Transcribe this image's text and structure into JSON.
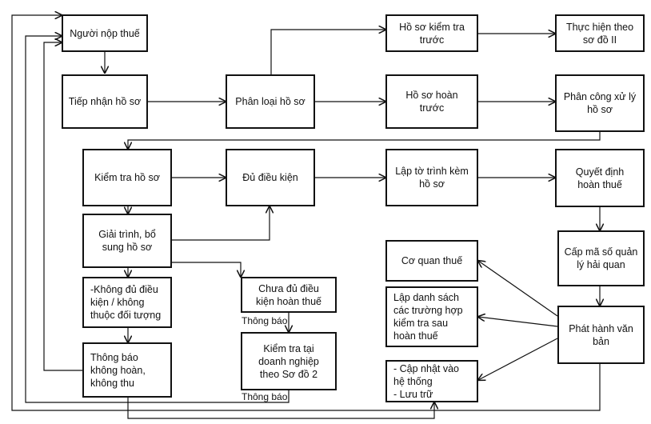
{
  "nodes": {
    "n1": "Người nộp thuế",
    "n2": "Tiếp nhận hồ sơ",
    "n3": "Phân loại hồ sơ",
    "n4": "Hồ sơ kiểm tra\ntrước",
    "n5": "Thực hiện theo\nsơ đồ II",
    "n6": "Hồ sơ hoàn\ntrước",
    "n7": "Phân công xử lý\nhồ sơ",
    "n8": "Kiểm tra hồ sơ",
    "n9": "Đủ điều kiện",
    "n10": "Lập tờ trình kèm\nhồ sơ",
    "n11": "Quyết định\nhoàn thuế",
    "n12": "Giải trình, bổ\nsung hồ sơ",
    "n13": "Cấp mã số quản\nlý hải quan",
    "n14": "Cơ quan thuế",
    "n15": "-Không đủ điều\nkiện / không\nthuộc đối tượng",
    "n16": "Chưa đủ điều\nkiện hoàn thuế",
    "n17": "Lập danh sách\ncác trường hợp\nkiểm tra sau\nhoàn thuế",
    "n18": "Phát hành văn\nbản",
    "n19": "Thông báo\nkhông hoàn,\nkhông thu",
    "n20": "Kiểm tra tại\ndoanh nghiệp\ntheo Sơ đồ 2",
    "n21": "- Cập nhật vào\nhệ thống\n- Lưu trữ"
  },
  "edge_labels": {
    "e1": "Thông báo",
    "e2": "Thông báo"
  }
}
